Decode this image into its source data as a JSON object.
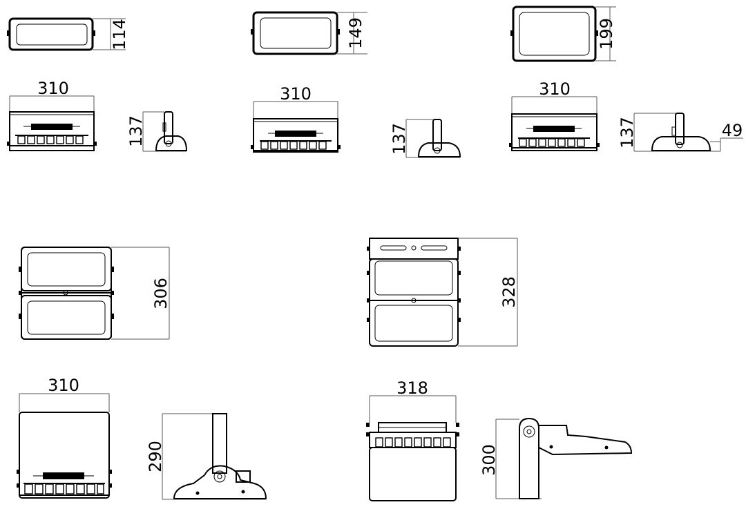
{
  "dimensions": {
    "d1_height": "114",
    "d2_height": "149",
    "d3_height": "199",
    "side1_width": "310",
    "side1_depth": "137",
    "side2_width": "310",
    "side2_depth": "137",
    "side3_width": "310",
    "side3_depth": "137",
    "side3_bracket": "49",
    "double_height": "306",
    "double_bracket_height": "328",
    "double_side_width": "310",
    "double_side_height": "290",
    "bracket_front_width": "318",
    "bracket_side_height": "300"
  }
}
